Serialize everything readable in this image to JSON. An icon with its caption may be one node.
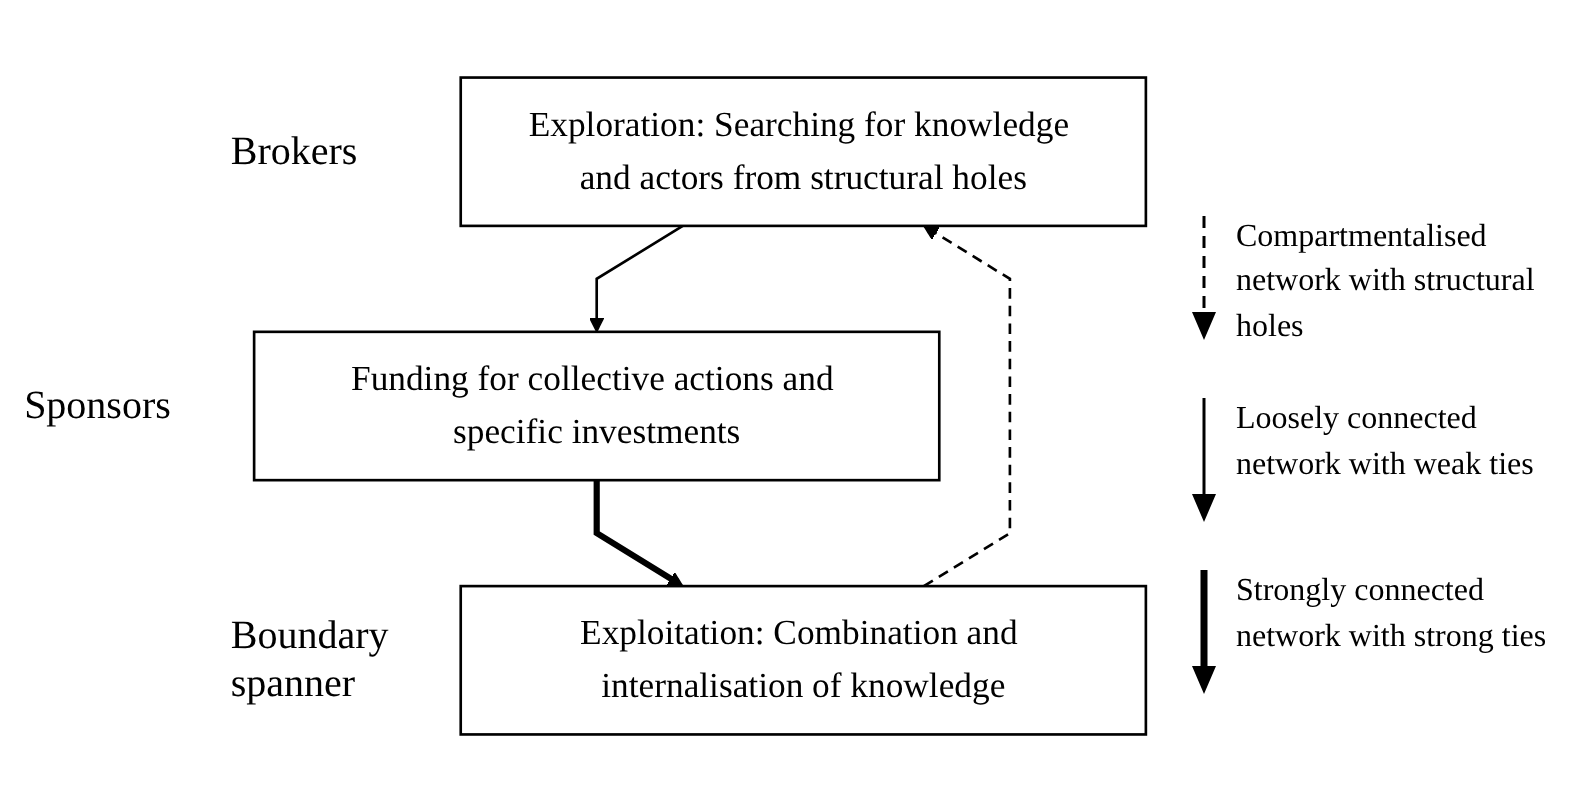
{
  "diagram": {
    "nodes": [
      {
        "text": [
          "Exploration: Searching for knowledge and actors from structural holes"
        ],
        "beside": [
          "Brokers"
        ]
      },
      {
        "text": [
          "Funding for collective actions and specific investments"
        ],
        "beside": [
          "Sponsors"
        ]
      },
      {
        "text": [
          "Exploitation: Combination and internalisation of knowledge"
        ],
        "beside": [
          "Boundary spanner"
        ]
      }
    ],
    "edges": [
      {
        "from": 0,
        "to": 1,
        "arrow": "to"
      },
      {
        "from": 1,
        "to": 2,
        "arrow": "to",
        "style": "thick"
      },
      {
        "from": 2,
        "to": 0,
        "arrow": "to",
        "style": "dashed"
      }
    ],
    "legend": [
      {
        "text": "Compartmentalised network with structural holes"
      },
      {
        "text": "Loosely connected network with weak ties"
      },
      {
        "text": "Strongly connected network with strong ties"
      }
    ]
  }
}
